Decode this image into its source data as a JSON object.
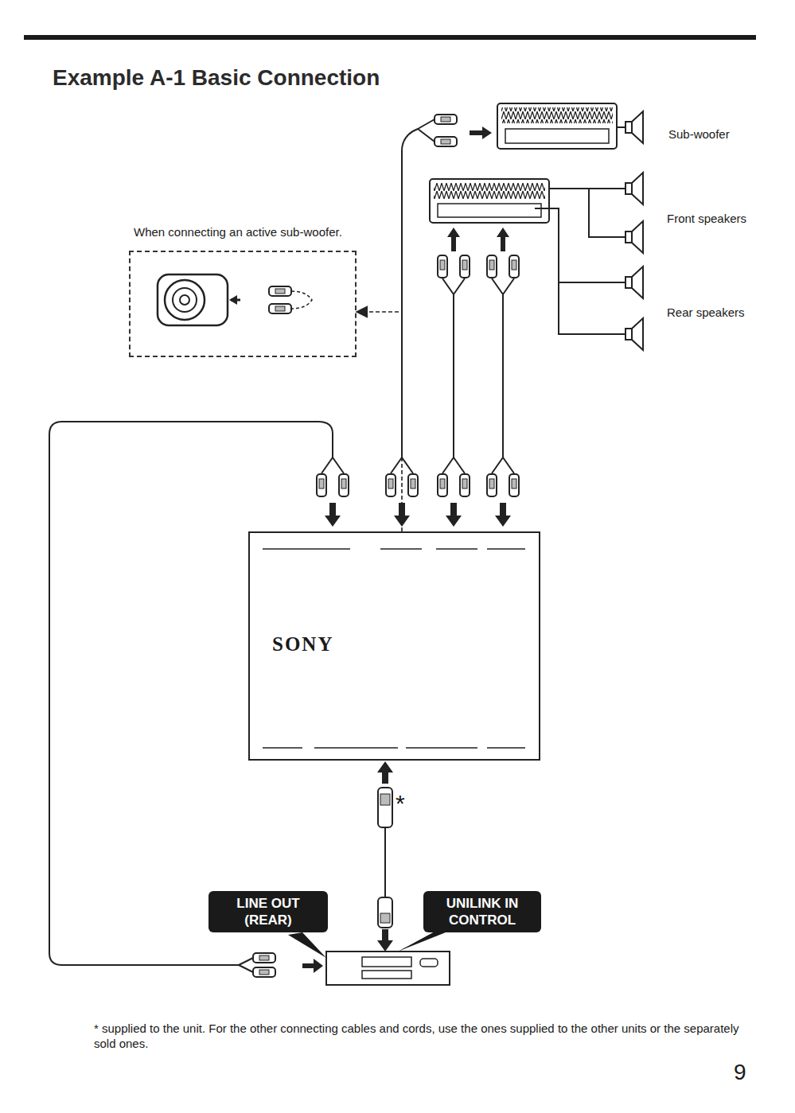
{
  "diagram": {
    "title": "Example A-1 Basic Connection",
    "nodes": [
      {
        "text": [
          "When connecting an active sub-woofer."
        ]
      },
      {
        "text": [
          "SONY"
        ]
      },
      {
        "text": [
          "LINE OUT (REAR)"
        ]
      },
      {
        "text": [
          "UNILINK IN CONTROL"
        ]
      }
    ],
    "edges": [
      {
        "from": 1,
        "to": 0,
        "arrow": "to"
      }
    ],
    "labels": [
      "Sub-woofer",
      "Front speakers",
      "Rear speakers",
      "*",
      "* supplied to the unit. For the other connecting cables and cords, use the ones supplied to the other units or the separately sold ones.",
      "9"
    ]
  }
}
